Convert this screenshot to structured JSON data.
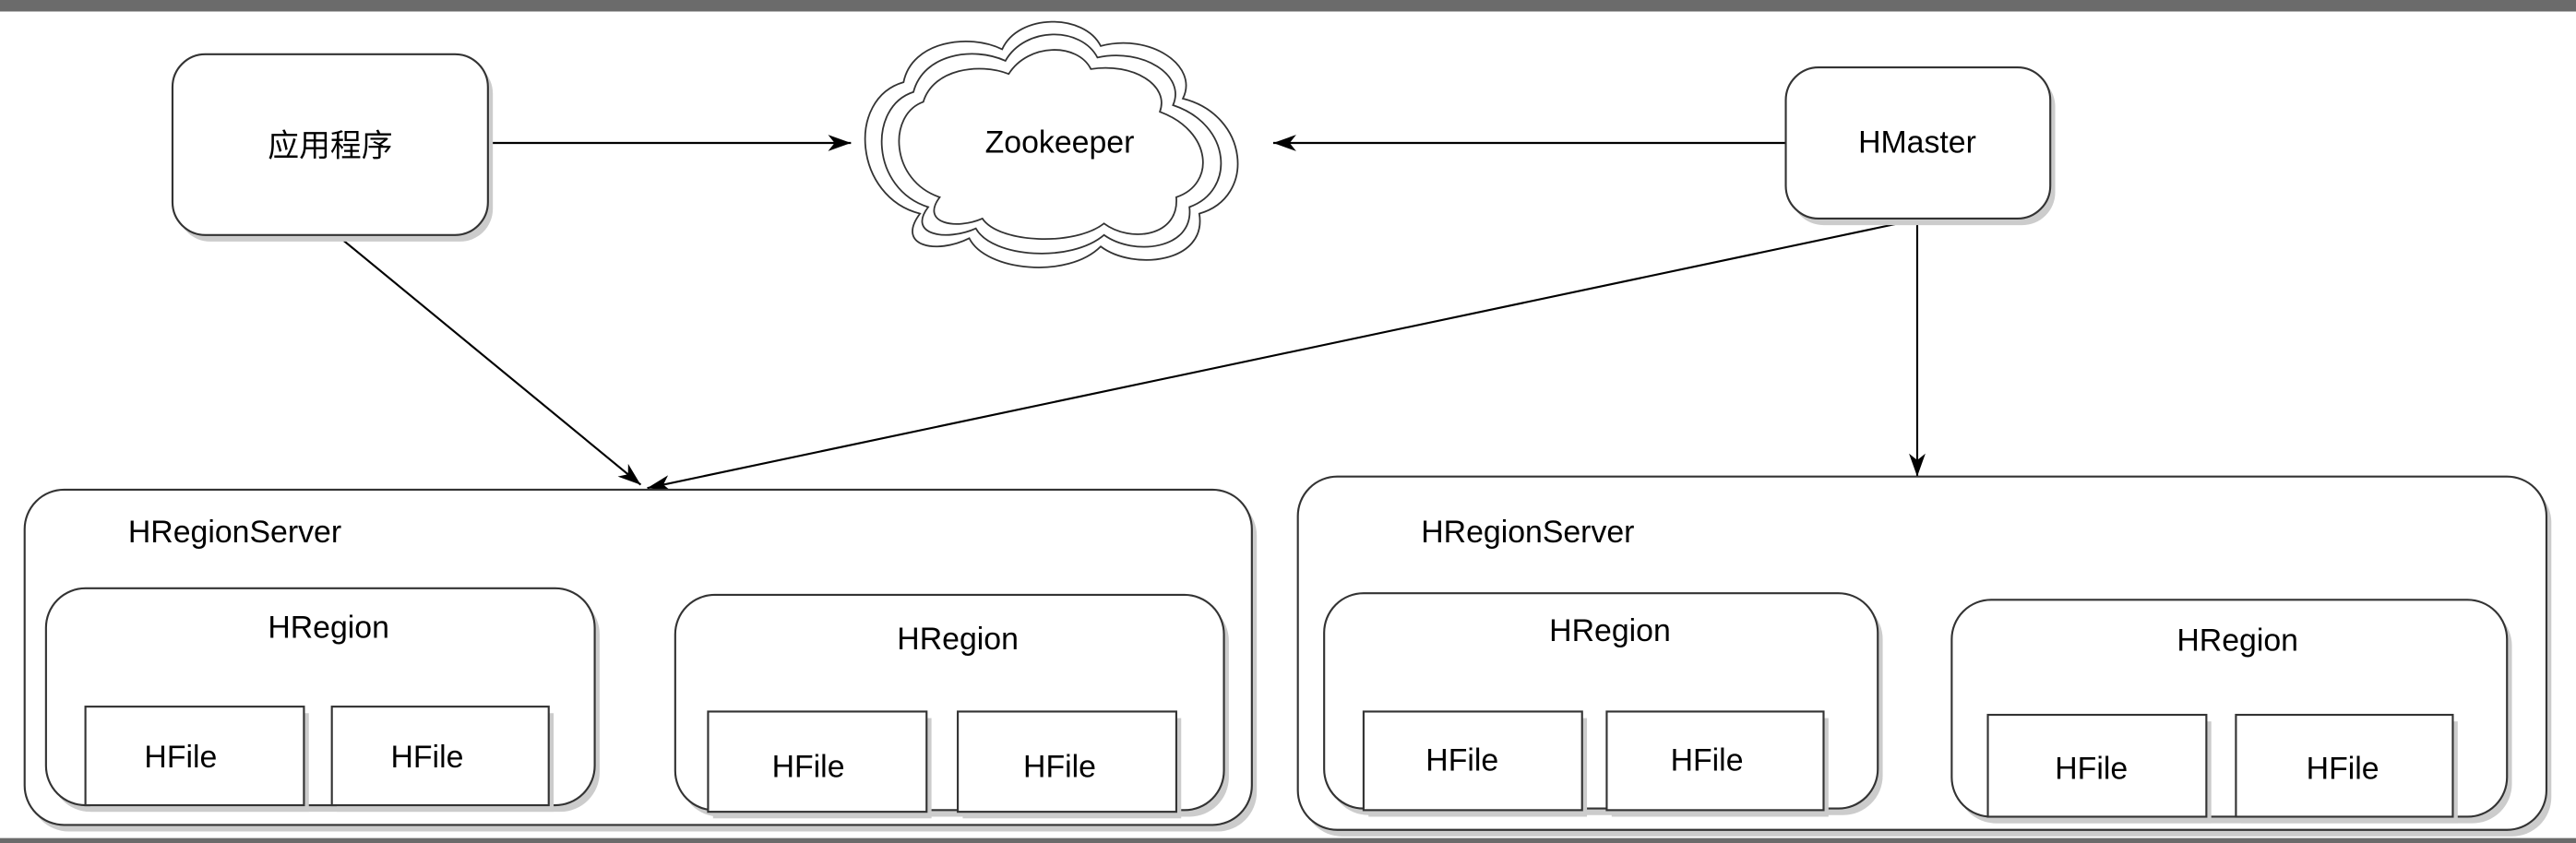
{
  "nodes": {
    "app": "应用程序",
    "zookeeper": "Zookeeper",
    "hmaster": "HMaster"
  },
  "servers": [
    {
      "label": "HRegionServer",
      "regions": [
        {
          "label": "HRegion",
          "files": [
            "HFile",
            "HFile"
          ]
        },
        {
          "label": "HRegion",
          "files": [
            "HFile",
            "HFile"
          ]
        }
      ]
    },
    {
      "label": "HRegionServer",
      "regions": [
        {
          "label": "HRegion",
          "files": [
            "HFile",
            "HFile"
          ]
        },
        {
          "label": "HRegion",
          "files": [
            "HFile",
            "HFile"
          ]
        }
      ]
    }
  ],
  "edges": [
    {
      "from": "app",
      "to": "zookeeper"
    },
    {
      "from": "hmaster",
      "to": "zookeeper"
    },
    {
      "from": "app",
      "to": "servers.0"
    },
    {
      "from": "hmaster",
      "to": "servers.0"
    },
    {
      "from": "hmaster",
      "to": "servers.1"
    }
  ],
  "colors": {
    "frame_bar": "#6b6b6b",
    "stroke": "#333333",
    "background": "#ffffff"
  }
}
